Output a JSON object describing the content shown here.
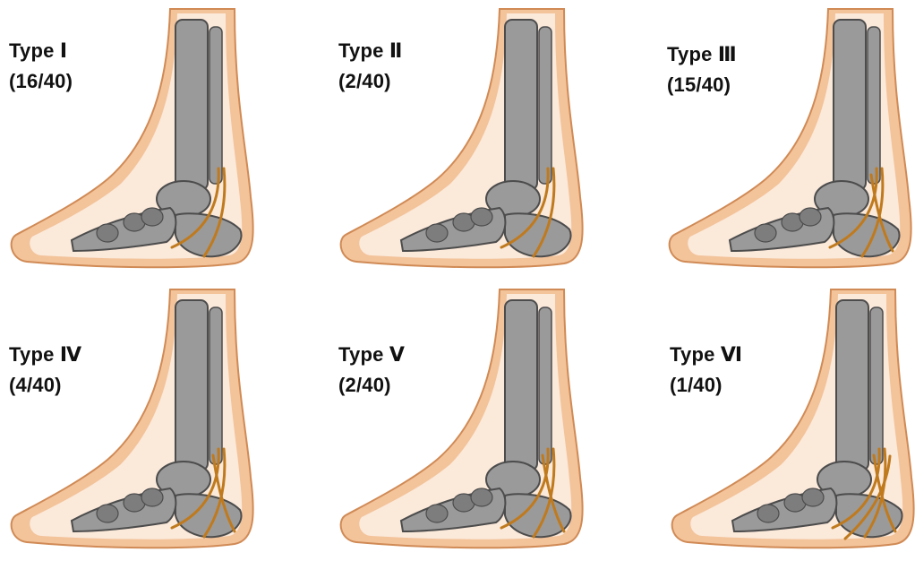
{
  "panels": [
    {
      "type_label": "Type Ⅰ",
      "count": "(16/40)",
      "branches": 2
    },
    {
      "type_label": "Type Ⅱ",
      "count": "(2/40)",
      "branches": 2
    },
    {
      "type_label": "Type Ⅲ",
      "count": "(15/40)",
      "branches": 3
    },
    {
      "type_label": "Type Ⅳ",
      "count": "(4/40)",
      "branches": 3
    },
    {
      "type_label": "Type Ⅴ",
      "count": "(2/40)",
      "branches": 3
    },
    {
      "type_label": "Type Ⅵ",
      "count": "(1/40)",
      "branches": 4
    }
  ],
  "colors": {
    "skin_outline": "#d08a55",
    "skin_fill": "#f3c39a",
    "soft_tissue": "#fbe9da",
    "bone_light": "#9a9a9a",
    "bone_dark": "#4c4c4c",
    "nerve": "#c07a1e"
  },
  "icons": [
    "ankle-illustration"
  ]
}
